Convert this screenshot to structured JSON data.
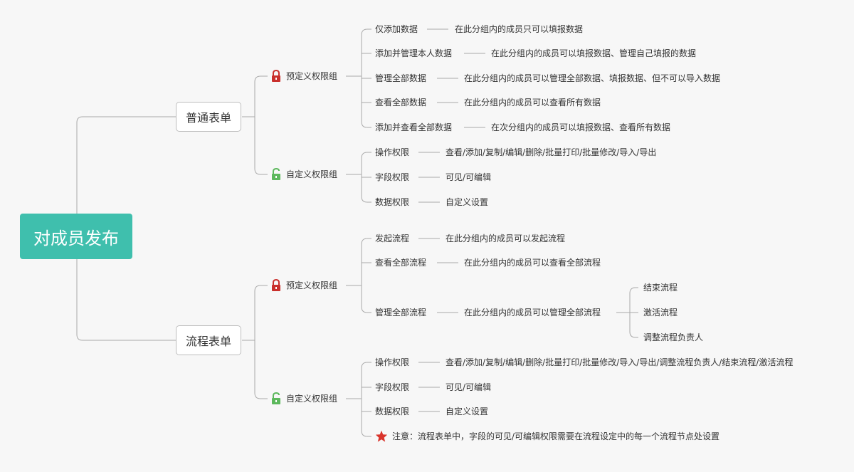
{
  "root": {
    "label": "对成员发布"
  },
  "normal": {
    "label": "普通表单",
    "predefined": {
      "label": "预定义权限组",
      "icon": "locked-lock-icon",
      "items": [
        {
          "name": "仅添加数据",
          "desc": "在此分组内的成员只可以填报数据"
        },
        {
          "name": "添加并管理本人数据",
          "desc": "在此分组内的成员可以填报数据、管理自己填报的数据"
        },
        {
          "name": "管理全部数据",
          "desc": "在此分组内的成员可以管理全部数据、填报数据、但不可以导入数据"
        },
        {
          "name": "查看全部数据",
          "desc": "在此分组内的成员可以查看所有数据"
        },
        {
          "name": "添加并查看全部数据",
          "desc": "在次分组内的成员可以填报数据、查看所有数据"
        }
      ]
    },
    "custom": {
      "label": "自定义权限组",
      "icon": "unlocked-lock-icon",
      "items": [
        {
          "name": "操作权限",
          "desc": "查看/添加/复制/编辑/删除/批量打印/批量修改/导入/导出"
        },
        {
          "name": "字段权限",
          "desc": "可见/可编辑"
        },
        {
          "name": "数据权限",
          "desc": "自定义设置"
        }
      ]
    }
  },
  "flow": {
    "label": "流程表单",
    "predefined": {
      "label": "预定义权限组",
      "icon": "locked-lock-icon",
      "items": [
        {
          "name": "发起流程",
          "desc": "在此分组内的成员可以发起流程"
        },
        {
          "name": "查看全部流程",
          "desc": "在此分组内的成员可以查看全部流程"
        },
        {
          "name": "管理全部流程",
          "desc": "在此分组内的成员可以管理全部流程",
          "sub": [
            "结束流程",
            "激活流程",
            "调整流程负责人"
          ]
        }
      ]
    },
    "custom": {
      "label": "自定义权限组",
      "icon": "unlocked-lock-icon",
      "items": [
        {
          "name": "操作权限",
          "desc": "查看/添加/复制/编辑/删除/批量打印/批量修改/导入/导出/调整流程负责人/结束流程/激活流程"
        },
        {
          "name": "字段权限",
          "desc": "可见/可编辑"
        },
        {
          "name": "数据权限",
          "desc": "自定义设置"
        }
      ],
      "note": {
        "icon": "star-icon",
        "text": "注意：流程表单中，字段的可见/可编辑权限需要在流程设定中的每一个流程节点处设置"
      }
    }
  },
  "colors": {
    "root_bg": "#3fbfad",
    "lock_locked": "#c9302c",
    "lock_unlocked": "#5cb85c",
    "star": "#d9342b",
    "line": "#aaaaaa"
  }
}
